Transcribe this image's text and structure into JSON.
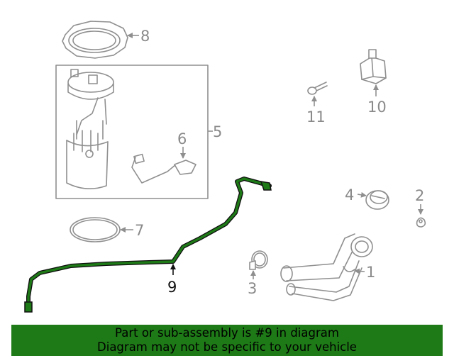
{
  "callouts": {
    "n1": "1",
    "n2": "2",
    "n3": "3",
    "n4": "4",
    "n5": "5",
    "n6": "6",
    "n7": "7",
    "n8": "8",
    "n9": "9",
    "n10": "10",
    "n11": "11"
  },
  "highlighted_part": "9",
  "colors": {
    "highlight": "#1e7a17",
    "line_art": "#8f8f8f",
    "text": "#8a8a8a"
  },
  "banner": {
    "line1": "Part or sub-assembly is #9 in diagram",
    "line2": "Diagram may not be specific to your vehicle"
  }
}
